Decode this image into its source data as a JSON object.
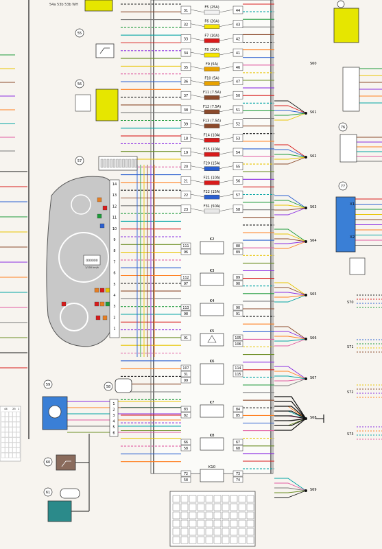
{
  "fuse_box": {
    "fuses": [
      {
        "label": "F5 (25A)",
        "in": "31",
        "out": "44",
        "color": "#f2f2f2"
      },
      {
        "label": "F6 (20A)",
        "in": "32",
        "out": "43",
        "color": "#f5e400"
      },
      {
        "label": "F7 (10A)",
        "in": "33",
        "out": "42",
        "color": "#d81b1b"
      },
      {
        "label": "F8 (20A)",
        "in": "34",
        "out": "41",
        "color": "#f5e400"
      },
      {
        "label": "F9 (5A)",
        "in": "35",
        "out": "46",
        "color": "#e8a200"
      },
      {
        "label": "F10 (5A)",
        "in": "36",
        "out": "47",
        "color": "#e8a200"
      },
      {
        "label": "F11 (7.5A)",
        "in": "37",
        "out": "50",
        "color": "#8b4a2b"
      },
      {
        "label": "F12 (7.5A)",
        "in": "38",
        "out": "51",
        "color": "#8b4a2b"
      },
      {
        "label": "F13 (7.5A)",
        "in": "39",
        "out": "52",
        "color": "#8b4a2b"
      },
      {
        "label": "F14 (10A)",
        "in": "18",
        "out": "53",
        "color": "#d81b1b"
      },
      {
        "label": "F15 (10A)",
        "in": "19",
        "out": "54",
        "color": "#d81b1b"
      },
      {
        "label": "F20 (15A)",
        "in": "20",
        "out": "55",
        "color": "#2a5fd0"
      },
      {
        "label": "F21 (10A)",
        "in": "21",
        "out": "56",
        "color": "#d81b1b"
      },
      {
        "label": "F22 (15A)",
        "in": "22",
        "out": "57",
        "color": "#2a5fd0"
      },
      {
        "label": "F31 (50A)",
        "in": "23",
        "out": "58",
        "color": "#e8e8e8"
      }
    ],
    "relays": [
      {
        "label": "K2",
        "left": [
          "111",
          "96"
        ],
        "right": [
          "88",
          "89"
        ]
      },
      {
        "label": "K3",
        "left": [
          "112",
          "97"
        ],
        "right": [
          "89",
          "90"
        ]
      },
      {
        "label": "K4",
        "left": [
          "113",
          "98"
        ],
        "right": [
          "90",
          "91"
        ]
      },
      {
        "label": "K5",
        "left": [
          "91"
        ],
        "right": [
          "105",
          "106"
        ]
      },
      {
        "label": "K6",
        "left": [
          "107",
          "31",
          "99"
        ],
        "right": [
          "114",
          "115"
        ]
      },
      {
        "label": "K7",
        "left": [
          "83",
          "82"
        ],
        "right": [
          "84",
          "85"
        ]
      },
      {
        "label": "K8",
        "left": [
          "66",
          "58"
        ],
        "right": [
          "67",
          "68"
        ]
      },
      {
        "label": "K10",
        "left": [
          "72",
          "58"
        ],
        "right": [
          "73",
          "74"
        ]
      }
    ]
  },
  "components": {
    "c55": "55",
    "c56": "56",
    "c57": "57",
    "c58": "58",
    "c59": "59",
    "c60": "60",
    "c61": "61",
    "c76": "76",
    "c77": "77"
  },
  "grounds": {
    "s61": "S61",
    "s62": "S62",
    "s63": "S63",
    "s64": "S64",
    "s65": "S65",
    "s66": "S66",
    "s67": "S67",
    "s68": "S68",
    "s69": "S69",
    "s70": "S70",
    "s71": "S71",
    "s72": "S72",
    "s73": "S73",
    "s60": "S60"
  },
  "instrument_cluster": {
    "odometer": "000000",
    "odometer_unit": "1/100 km/h",
    "pins": [
      "14",
      "13",
      "12",
      "11",
      "10",
      "9",
      "8",
      "7",
      "6",
      "5",
      "4",
      "3",
      "2",
      "1"
    ]
  },
  "module_77": {
    "x1": "X1",
    "x2": "X2"
  },
  "top_left": "54a 53b 53b WH",
  "block_58_pins": [
    "1",
    "2",
    "3",
    "4",
    "5",
    "6"
  ],
  "connector_rows": [
    "44",
    "25",
    "1"
  ]
}
